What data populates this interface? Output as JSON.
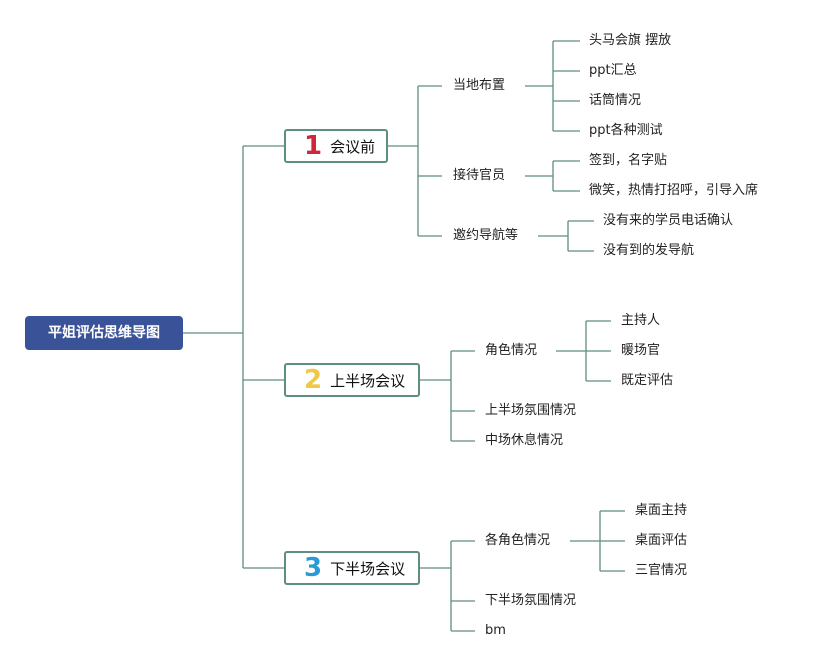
{
  "root": {
    "label": "平姐评估思维导图"
  },
  "colors": {
    "root_fill": "#3a5298",
    "connector": "#5e8e80",
    "num1": "#d0253c",
    "num2": "#f2c744",
    "num3": "#2a9ad6"
  },
  "branches": [
    {
      "number": "1",
      "label": "会议前",
      "children": [
        {
          "label": "当地布置",
          "children": [
            "头马会旗 摆放",
            "ppt汇总",
            "话筒情况",
            "ppt各种测试"
          ]
        },
        {
          "label": "接待官员",
          "children": [
            "签到，名字贴",
            "微笑，热情打招呼，引导入席"
          ]
        },
        {
          "label": "邀约导航等",
          "children": [
            "没有来的学员电话确认",
            "没有到的发导航"
          ]
        }
      ]
    },
    {
      "number": "2",
      "label": "上半场会议",
      "children": [
        {
          "label": "角色情况",
          "children": [
            "主持人",
            "暖场官",
            "既定评估"
          ]
        },
        {
          "label": "上半场氛围情况",
          "children": []
        },
        {
          "label": "中场休息情况",
          "children": []
        }
      ]
    },
    {
      "number": "3",
      "label": "下半场会议",
      "children": [
        {
          "label": "各角色情况",
          "children": [
            "桌面主持",
            "桌面评估",
            "三官情况"
          ]
        },
        {
          "label": "下半场氛围情况",
          "children": []
        },
        {
          "label": "bm",
          "children": []
        }
      ]
    }
  ]
}
